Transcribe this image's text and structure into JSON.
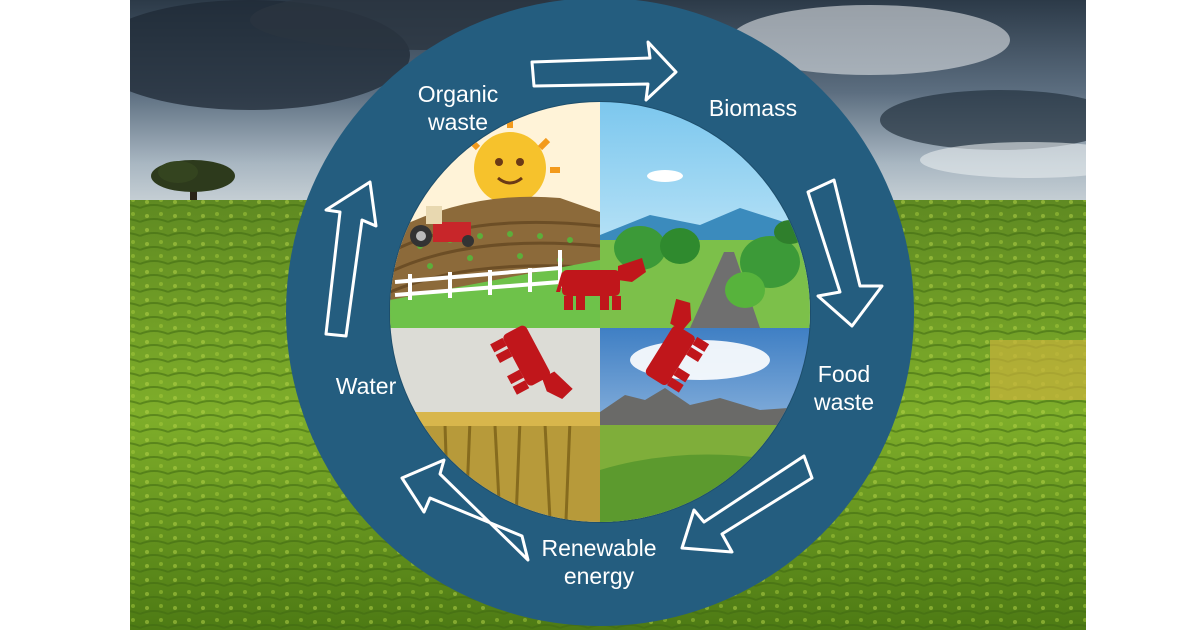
{
  "cycle": {
    "labels": {
      "organic_waste": "Organic\nwaste",
      "biomass": "Biomass",
      "food_waste": "Food\nwaste",
      "renewable_energy": "Renewable\nenergy",
      "water": "Water"
    }
  },
  "colors": {
    "ring": "#245d7f",
    "sky_dark": "#3a4a5a",
    "field": "#7fae2a",
    "label_text": "#ffffff",
    "cow": "#c0161b"
  },
  "icons": [
    "arrow-icon",
    "cow-icon",
    "sun-icon",
    "tractor-icon",
    "tree-icon"
  ]
}
